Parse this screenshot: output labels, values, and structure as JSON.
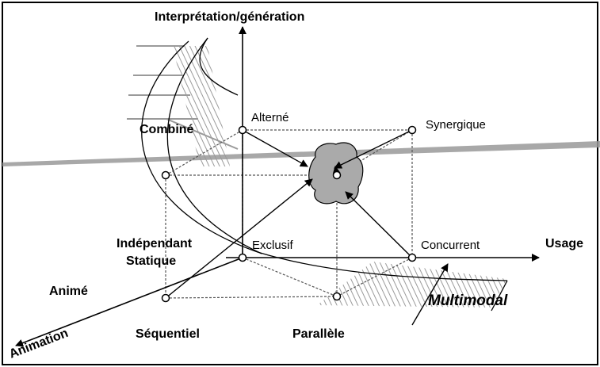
{
  "axes": {
    "vertical": "Interprétation/génération",
    "horizontal": "Usage",
    "depth": "Animation"
  },
  "corner_labels": {
    "alterne": "Alterné",
    "synergique": "Synergique",
    "exclusif": "Exclusif",
    "concurrent": "Concurrent"
  },
  "side_labels": {
    "combine": "Combiné",
    "independant": "Indépendant",
    "statique": "Statique",
    "anime": "Animé",
    "sequentiel": "Séquentiel",
    "parallele": "Parallèle"
  },
  "surface_label": "Multimodal",
  "colors": {
    "line": "#000000",
    "band": "#999999",
    "blob": "#aaaaaa",
    "hatch": "#9a9a9a"
  }
}
